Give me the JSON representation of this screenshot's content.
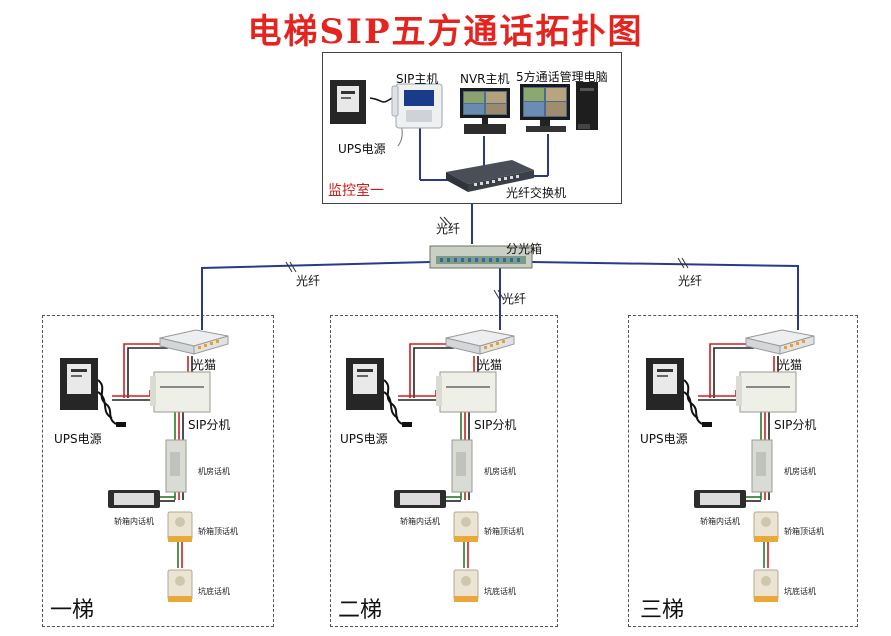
{
  "title": "电梯SIP五方通话拓扑图",
  "control_room": {
    "name": "监控室一",
    "ups": "UPS电源",
    "sip_host": "SIP主机",
    "nvr_host": "NVR主机",
    "mgmt_pc": "5方通话管理电脑",
    "switch": "光纤交换机"
  },
  "fiber": "光纤",
  "splitter": "分光箱",
  "elevators": [
    {
      "name": "一梯",
      "onu": "光猫",
      "ups": "UPS电源",
      "sip_ext": "SIP分机",
      "machine_room": "机房话机",
      "car_inside": "轿箱内话机",
      "car_top": "轿箱顶话机",
      "pit": "坑底话机"
    },
    {
      "name": "二梯",
      "onu": "光猫",
      "ups": "UPS电源",
      "sip_ext": "SIP分机",
      "machine_room": "机房话机",
      "car_inside": "轿箱内话机",
      "car_top": "轿箱顶话机",
      "pit": "坑底话机"
    },
    {
      "name": "三梯",
      "onu": "光猫",
      "ups": "UPS电源",
      "sip_ext": "SIP分机",
      "machine_room": "机房话机",
      "car_inside": "轿箱内话机",
      "car_top": "轿箱顶话机",
      "pit": "坑底话机"
    }
  ]
}
